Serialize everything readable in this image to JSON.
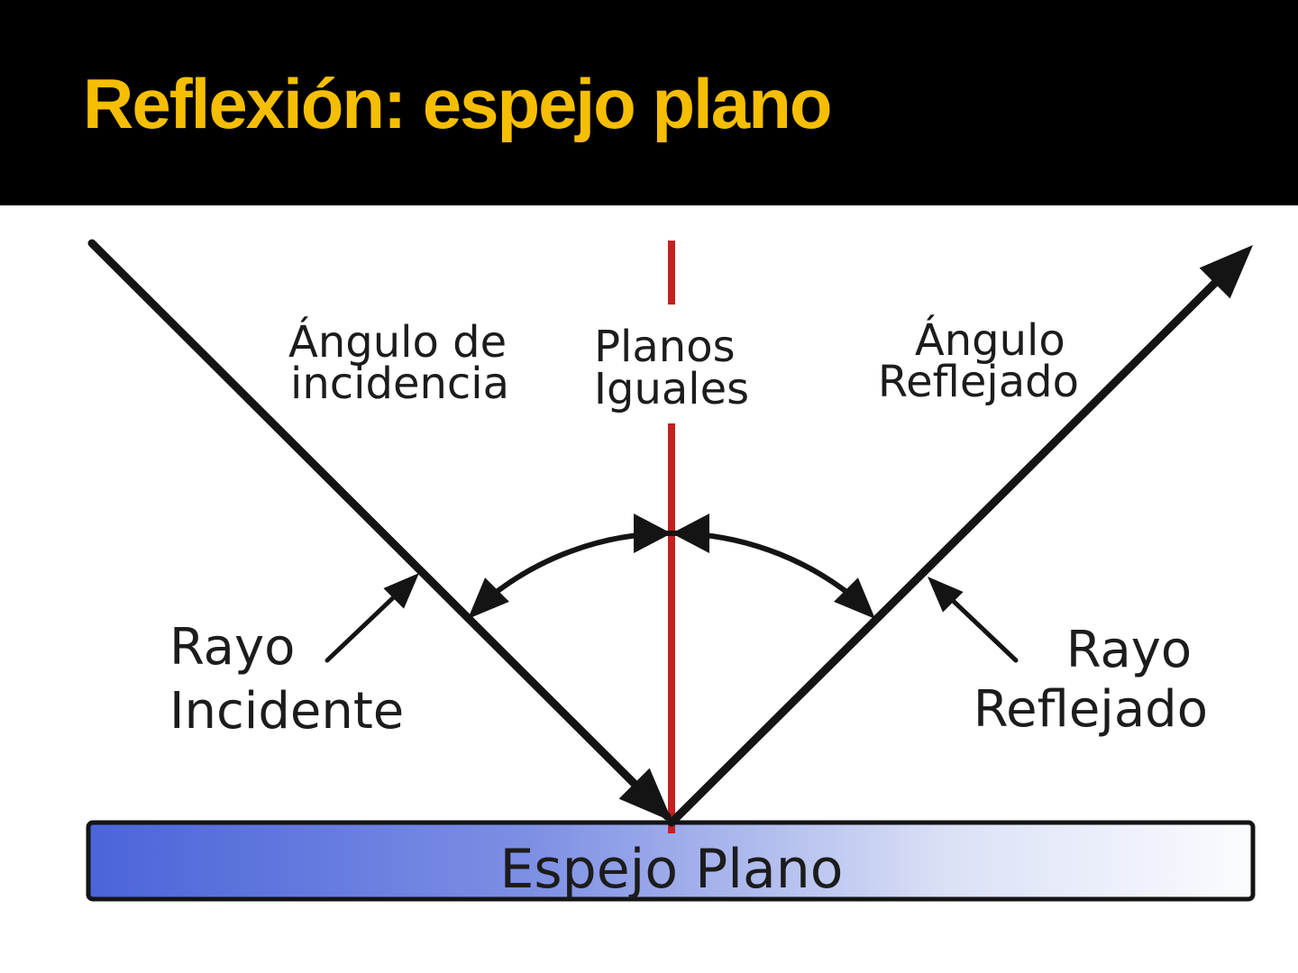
{
  "header": {
    "title": "Reflexión: espejo plano"
  },
  "colors": {
    "title": "#f6be00",
    "header_bg": "#000000",
    "canvas_bg": "#ffffff",
    "ray": "#141414",
    "normal_line": "#c42020",
    "label_text": "#1c1c1c",
    "mirror_border": "#141414",
    "mirror_gradient": [
      "#4b64d9",
      "#7d8fe4",
      "#dbe1f6",
      "#fbfcff"
    ]
  },
  "diagram": {
    "angle_incidence_label": {
      "line1": "Ángulo de",
      "line2": "incidencia"
    },
    "planes_label": {
      "line1": "Planos",
      "line2": "Iguales"
    },
    "angle_reflected_label": {
      "line1": "Ángulo",
      "line2": "Reflejado"
    },
    "incident_ray_label": {
      "line1": "Rayo",
      "line2": "Incidente"
    },
    "reflected_ray_label": {
      "line1": "Rayo",
      "line2": "Reflejado"
    },
    "mirror_label": "Espejo Plano"
  }
}
